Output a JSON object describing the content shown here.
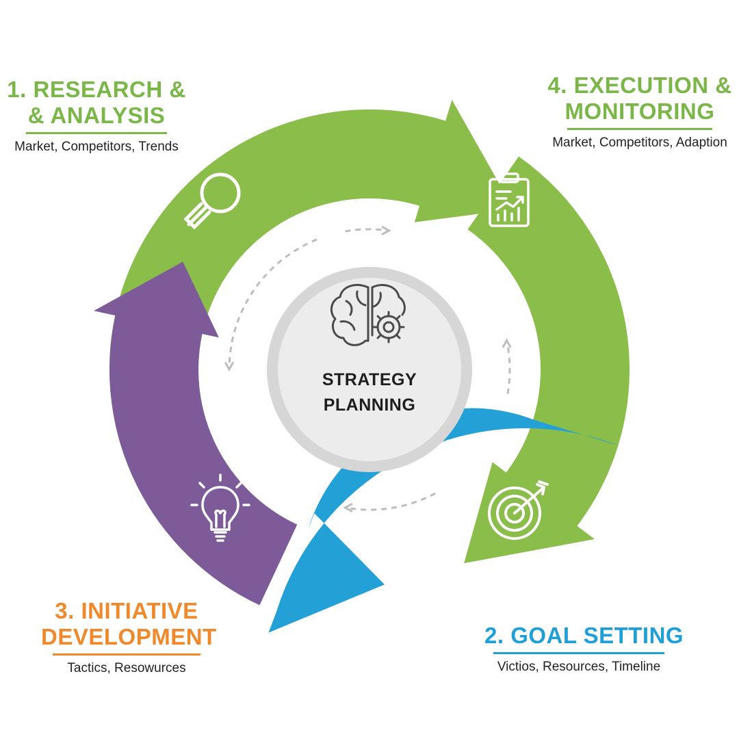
{
  "colors": {
    "green": "#8bbd4a",
    "green_text": "#7ab648",
    "blue": "#23a0d6",
    "blue_text": "#1f9fd8",
    "purple": "#7d5a98",
    "orange": "#f0892b",
    "center_ring": "#d6d6d6",
    "center_fill": "#ececec",
    "dashed": "#bdbdbd"
  },
  "center": {
    "icon": "brain-gear-icon",
    "line1": "STRATEGY",
    "line2": "PLANNING"
  },
  "stages": {
    "research": {
      "title_line1": "1. RESEARCH &",
      "title_line2": "& ANALYSIS",
      "subtitle": "Market, Competitors, Trends",
      "icon": "magnifier-icon"
    },
    "execution": {
      "title_line1": "4. EXECUTION &",
      "title_line2": "MONITORING",
      "subtitle": "Market, Competitors, Adaption",
      "icon": "clipboard-chart-icon"
    },
    "goal": {
      "title_line1": "2. GOAL SETTING",
      "subtitle": "Victios, Resources, Timeline",
      "icon": "target-icon"
    },
    "initiative": {
      "title_line1": "3. INITIATIVE",
      "title_line2": "DEVELOPMENT",
      "subtitle": "Tactics, Resowurces",
      "icon": "lightbulb-icon"
    }
  }
}
